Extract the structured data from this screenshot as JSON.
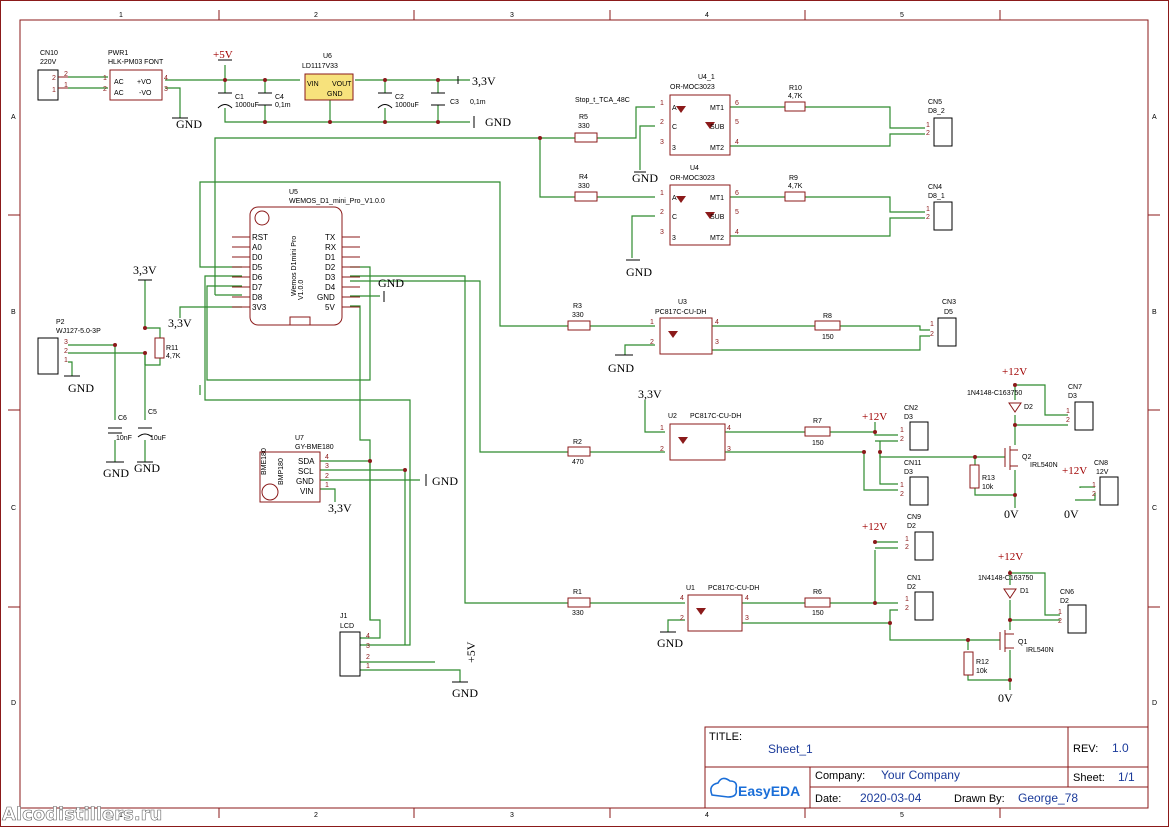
{
  "border": {
    "cols": [
      "1",
      "2",
      "3",
      "4",
      "5"
    ],
    "rows": [
      "A",
      "B",
      "C",
      "D"
    ]
  },
  "title_block": {
    "title_label": "TITLE:",
    "title": "Sheet_1",
    "rev_label": "REV:",
    "rev": "1.0",
    "company_label": "Company:",
    "company": "Your Company",
    "sheet_label": "Sheet:",
    "sheet": "1/1",
    "date_label": "Date:",
    "date": "2020-03-04",
    "drawn_label": "Drawn By:",
    "drawn_by": "George_78",
    "logo": "EasyEDA"
  },
  "watermark": "Alcodistillers.ru",
  "components": {
    "cn10": {
      "ref": "CN10",
      "value": "220V"
    },
    "pwr1": {
      "ref": "PWR1",
      "value": "HLK-PM03 FONT",
      "p1": "AC",
      "p2": "AC",
      "p3": "+VO",
      "p4": "-VO"
    },
    "u6": {
      "ref": "U6",
      "value": "LD1117V33",
      "vin": "VIN",
      "vout": "VOUT",
      "gnd": "GND"
    },
    "c1": {
      "ref": "C1",
      "value": "1000uF"
    },
    "c4": {
      "ref": "C4",
      "value": "0,1m"
    },
    "c2": {
      "ref": "C2",
      "value": "1000uF"
    },
    "c3": {
      "ref": "C3",
      "value": "0,1m"
    },
    "u4_1": {
      "ref": "U4_1",
      "value": "OR-MOC3023",
      "net": "Stop_t_TCA_48C"
    },
    "u4": {
      "ref": "U4",
      "value": "OR-MOC3023"
    },
    "r5": {
      "ref": "R5",
      "value": "330"
    },
    "r4": {
      "ref": "R4",
      "value": "330"
    },
    "r10": {
      "ref": "R10",
      "value": "4,7K"
    },
    "r9": {
      "ref": "R9",
      "value": "4,7K"
    },
    "cn5": {
      "ref": "CN5",
      "value": "D8_2"
    },
    "cn4": {
      "ref": "CN4",
      "value": "D8_1"
    },
    "u5": {
      "ref": "U5",
      "value": "WEMOS_D1_mini_Pro_V1.0.0",
      "silk": "Wemos D1mini Pro",
      "ver": "V1.0.0",
      "left_pins": [
        "RST",
        "A0",
        "D0",
        "D5",
        "D6",
        "D7",
        "D8",
        "3V3"
      ],
      "right_pins": [
        "TX",
        "RX",
        "D1",
        "D2",
        "D3",
        "D4",
        "GND",
        "5V"
      ]
    },
    "p2": {
      "ref": "P2",
      "value": "WJ127-5.0-3P"
    },
    "r11": {
      "ref": "R11",
      "value": "4,7K"
    },
    "c6": {
      "ref": "C6",
      "value": "10nF"
    },
    "c5": {
      "ref": "C5",
      "value": "10uF"
    },
    "u3": {
      "ref": "U3",
      "value": "PC817C-CU-DH"
    },
    "u2": {
      "ref": "U2",
      "value": "PC817C-CU-DH"
    },
    "u1": {
      "ref": "U1",
      "value": "PC817C-CU-DH"
    },
    "r3": {
      "ref": "R3",
      "value": "330"
    },
    "r2": {
      "ref": "R2",
      "value": "470"
    },
    "r1": {
      "ref": "R1",
      "value": "330"
    },
    "r8": {
      "ref": "R8",
      "value": "150"
    },
    "r7": {
      "ref": "R7",
      "value": "150"
    },
    "r6": {
      "ref": "R6",
      "value": "150"
    },
    "cn3": {
      "ref": "CN3",
      "value": "D5"
    },
    "cn2": {
      "ref": "CN2",
      "value": "D3"
    },
    "cn11": {
      "ref": "CN11",
      "value": "D3"
    },
    "cn9": {
      "ref": "CN9",
      "value": "D2"
    },
    "cn1": {
      "ref": "CN1",
      "value": "D2"
    },
    "cn7": {
      "ref": "CN7",
      "value": "D3"
    },
    "cn8": {
      "ref": "CN8",
      "value": "12V"
    },
    "cn6": {
      "ref": "CN6",
      "value": "D2"
    },
    "d2": {
      "ref": "D2",
      "value": "1N4148-C163750"
    },
    "d1": {
      "ref": "D1",
      "value": "1N4148-C163750"
    },
    "q2": {
      "ref": "Q2",
      "value": "IRL540N"
    },
    "q1": {
      "ref": "Q1",
      "value": "IRL540N"
    },
    "r13": {
      "ref": "R13",
      "value": "10k"
    },
    "r12": {
      "ref": "R12",
      "value": "10k"
    },
    "u7": {
      "ref": "U7",
      "value": "GY-BME180",
      "pins": [
        "SDA",
        "SCL",
        "GND",
        "VIN"
      ],
      "silk": "BME180",
      "silk2": "BMP180"
    },
    "j1": {
      "ref": "J1",
      "value": "LCD"
    }
  },
  "nets": {
    "p5v": "+5V",
    "p33": "3,3V",
    "gnd": "GND",
    "p12": "+12V",
    "zero": "0V"
  }
}
